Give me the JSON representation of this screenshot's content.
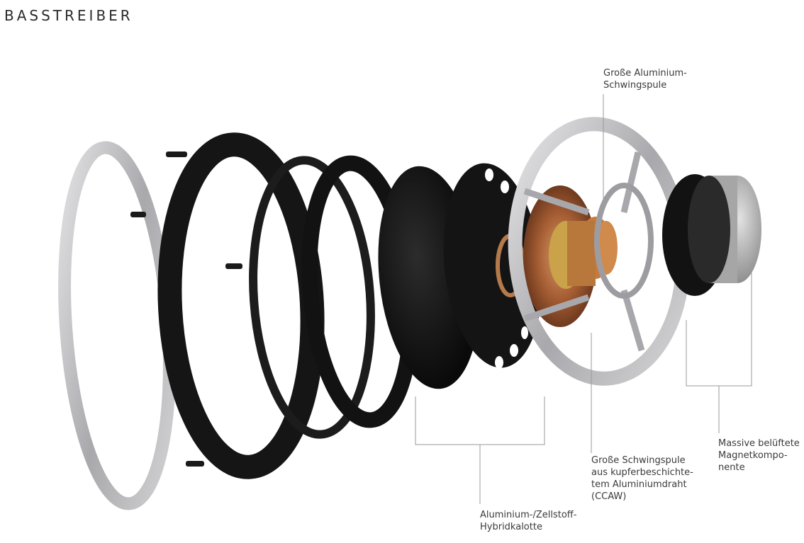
{
  "title": "BASSTREIBER",
  "colors": {
    "rubber": "#141414",
    "silver": "#c4c4c6",
    "copper": "#b06a3e",
    "leader": "#9a9a9a"
  },
  "callouts": {
    "voice_coil_large": [
      "Große Aluminium-",
      "Schwingspule"
    ],
    "hybrid_dome": [
      "Aluminium-/Zellstoff-",
      "Hybridkalotte"
    ],
    "ccaw_coil": [
      "Große Schwingspule",
      "aus kupferbeschichte-",
      "tem Aluminiumdraht",
      "(CCAW)"
    ],
    "magnet": [
      "Massive belüftete",
      "Magnetkompo-",
      "nente"
    ]
  }
}
